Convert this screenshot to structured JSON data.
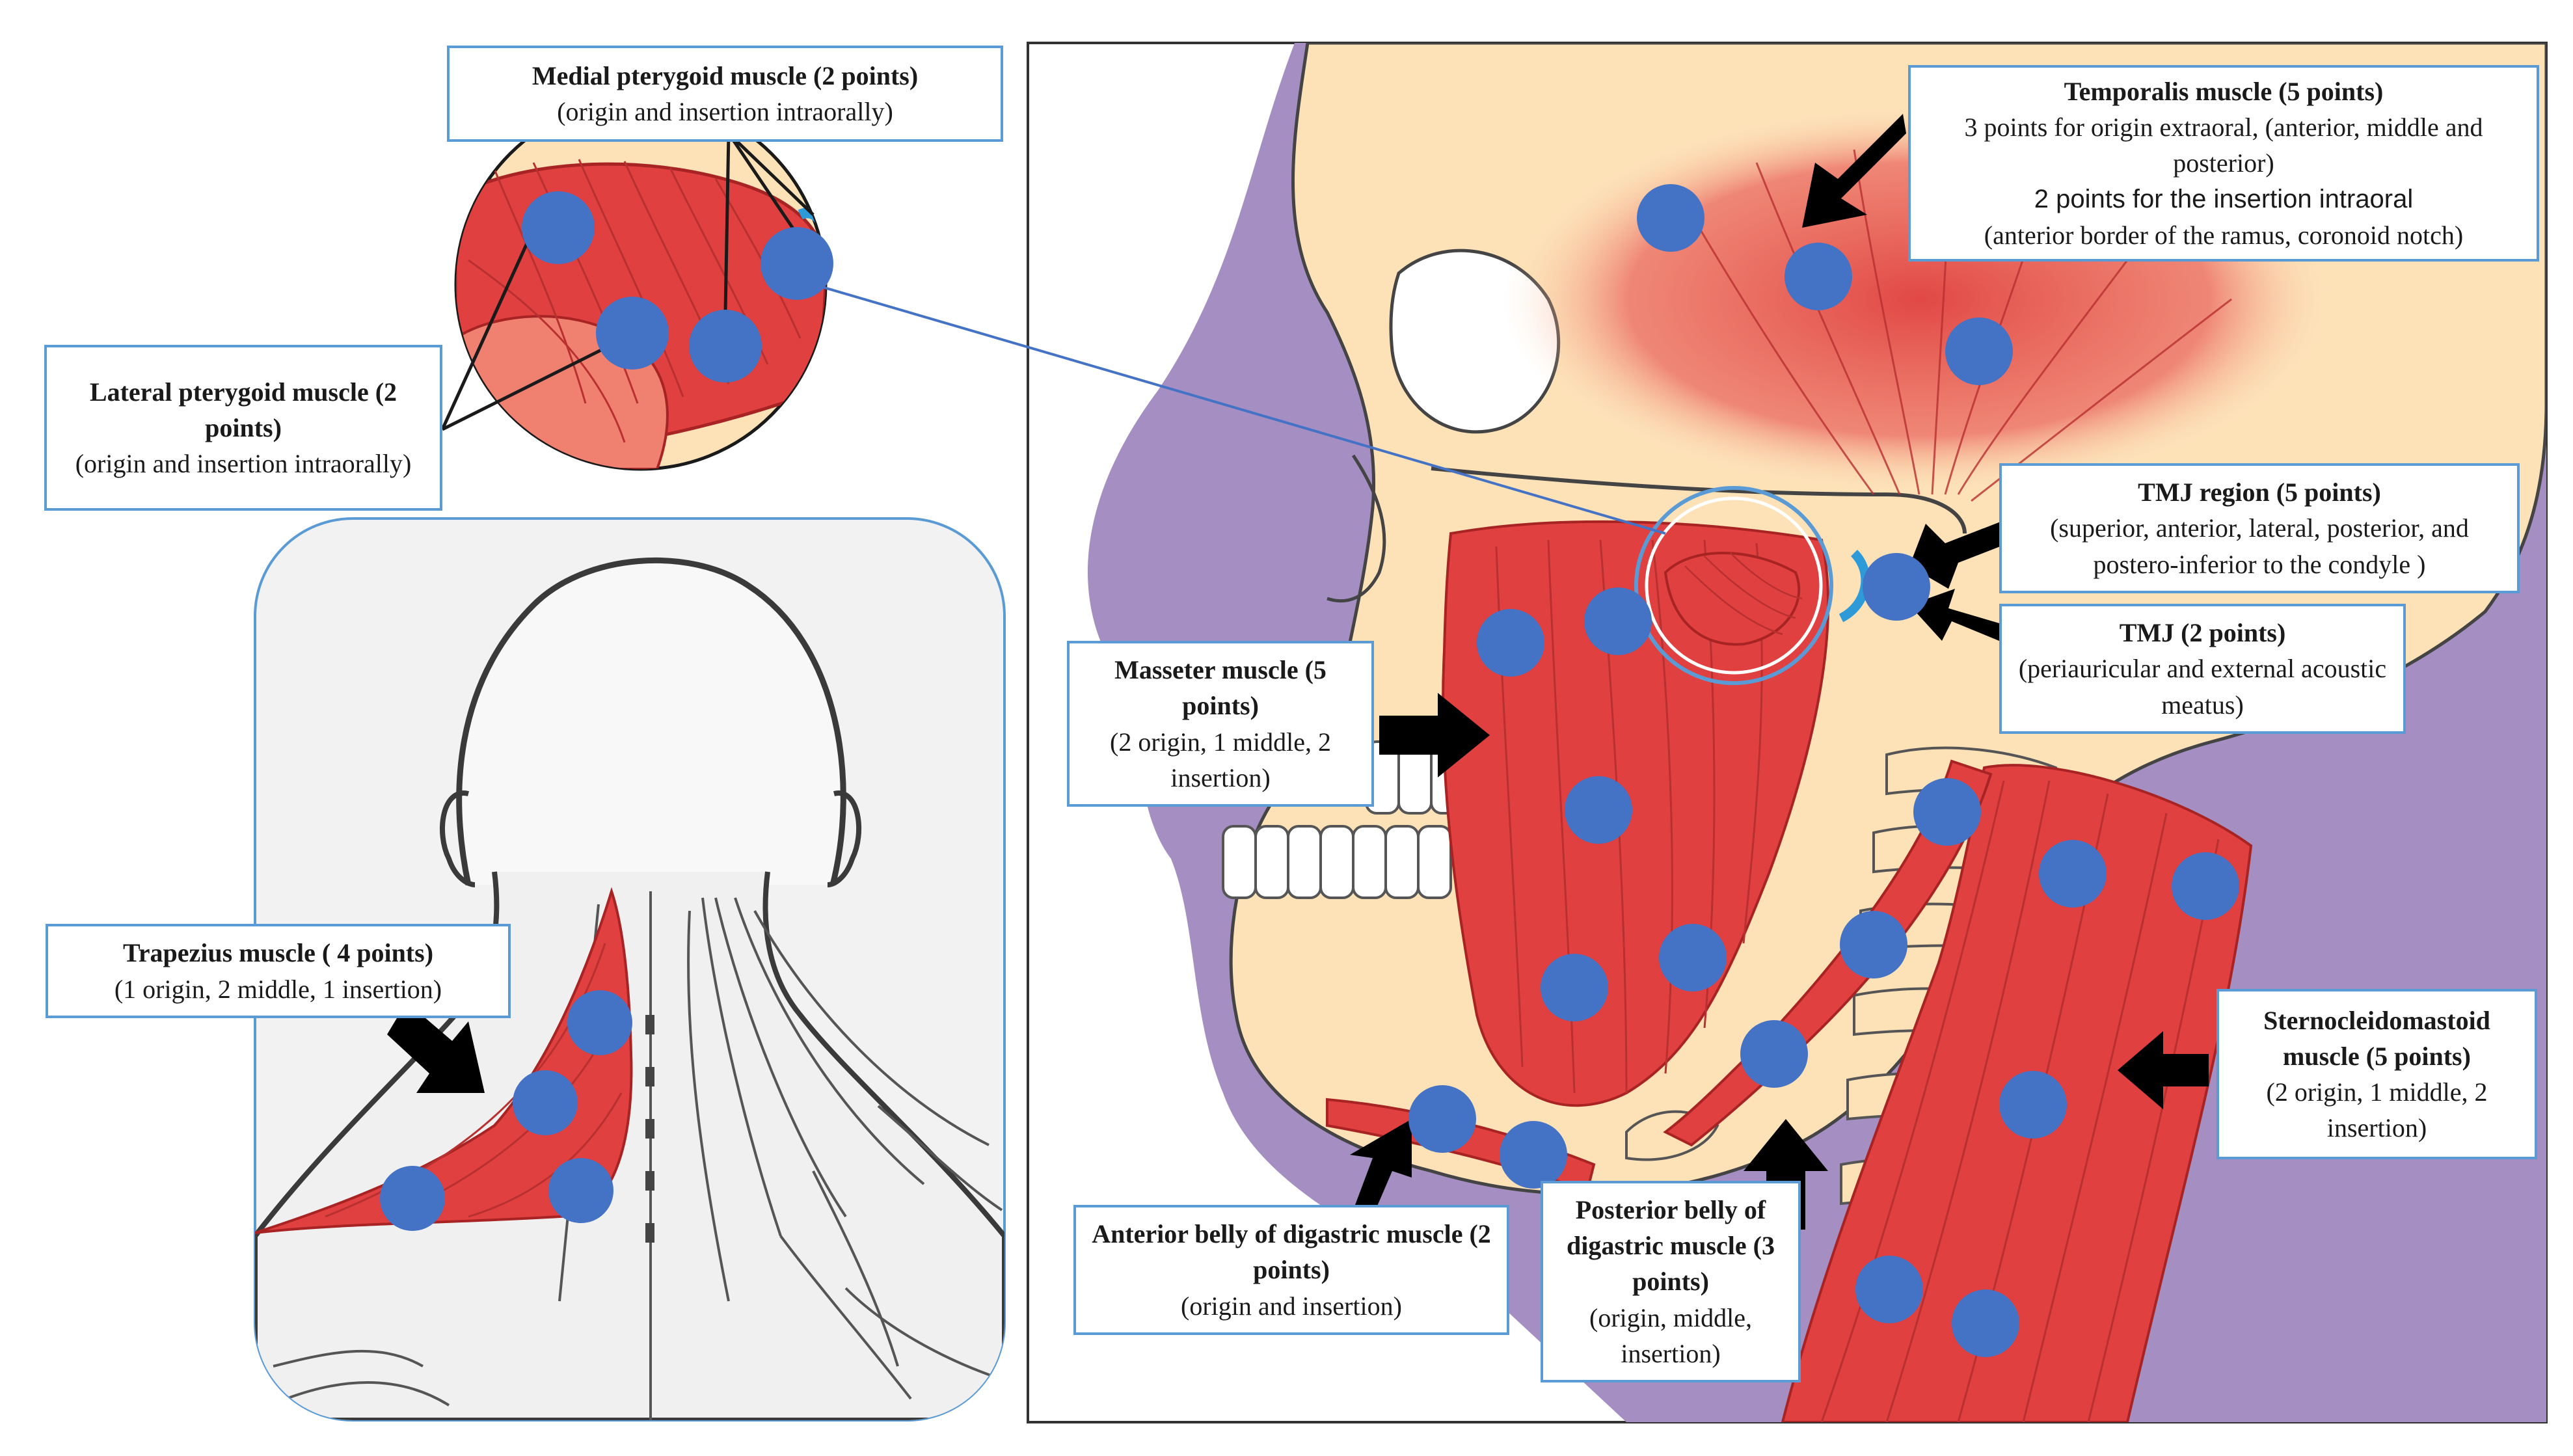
{
  "labels": {
    "medial_pterygoid": {
      "title": "Medial  pterygoid muscle (2 points)",
      "desc": "(origin and  insertion intraorally)"
    },
    "lateral_pterygoid": {
      "title": "Lateral pterygoid muscle (2 points)",
      "desc": "(origin and  insertion intraorally)"
    },
    "temporalis": {
      "title": "Temporalis muscle (5 points)",
      "line1": "3 points for origin extraoral, (anterior, middle and posterior)",
      "line2": "2 points for the insertion intraoral",
      "line3": "(anterior border of the ramus, coronoid notch)"
    },
    "tmj_region": {
      "title": "TMJ region (5 points)",
      "desc": "(superior, anterior, lateral, posterior, and postero-inferior to the condyle )"
    },
    "tmj": {
      "title": "TMJ (2 points)",
      "desc": "(periauricular and external acoustic meatus)"
    },
    "masseter": {
      "title": "Masseter muscle (5 points)",
      "desc": "(2 origin, 1 middle, 2 insertion)"
    },
    "trapezius": {
      "title": "Trapezius muscle ( 4 points)",
      "desc": "(1 origin, 2 middle, 1 insertion)"
    },
    "sternocleidomastoid": {
      "title": "Sternocleidomastoid muscle (5 points)",
      "desc": "(2 origin, 1 middle, 2 insertion)"
    },
    "anterior_digastric": {
      "title": "Anterior belly of digastric muscle (2 points)",
      "desc": "(origin and insertion)"
    },
    "posterior_digastric": {
      "title": "Posterior belly of digastric muscle (3 points)",
      "desc": "(origin, middle, insertion)"
    }
  },
  "colors": {
    "point_fill": "#4472c4",
    "muscle_red": "#e0403f",
    "skin": "#fde2b8",
    "background_purple": "#a48ec2",
    "box_border": "#5b9bd5",
    "arrow": "#000000"
  }
}
